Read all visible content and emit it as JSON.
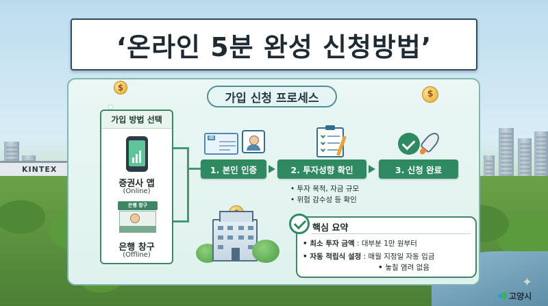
{
  "title": "‘온라인 5분 완성 신청방법’",
  "process": {
    "title": "가입 신청 프로세스"
  },
  "method": {
    "header": "가입 방법 선택",
    "online": {
      "label": "증권사 앱",
      "sub": "(Online)"
    },
    "offline": {
      "sign": "은행 창구",
      "label": "은행 창구",
      "sub": "(Offline)"
    }
  },
  "background": {
    "building_sign": "KINTEX"
  },
  "steps": [
    {
      "label": "1. 본인 인증"
    },
    {
      "label": "2. 투자성향 확인",
      "bullets": [
        "투자 목적, 자금 규모",
        "위험 감수성 등 확인"
      ]
    },
    {
      "label": "3. 신청 완료"
    }
  ],
  "id_card_tag": "ID",
  "summary": {
    "heading": "핵심 요약",
    "rows": [
      {
        "key": "최소 투자 금액",
        "value": "대부분 1만 원부터"
      },
      {
        "key": "자동 적립식 설정",
        "value": "매월 지정일 자동 입금",
        "value2": "놓칠 염려 없음"
      }
    ]
  },
  "logo": {
    "text": "고양시"
  },
  "colors": {
    "accent": "#2f8a62",
    "border": "#2f4a63",
    "panel": "#eaf7f4"
  },
  "icons": [
    "smartphone-chart-icon",
    "bank-counter-icon",
    "id-card-icon",
    "face-verification-icon",
    "clipboard-checklist-icon",
    "check-circle-icon",
    "rocket-icon",
    "coin-icon",
    "building-icon",
    "goyang-logo-icon"
  ]
}
